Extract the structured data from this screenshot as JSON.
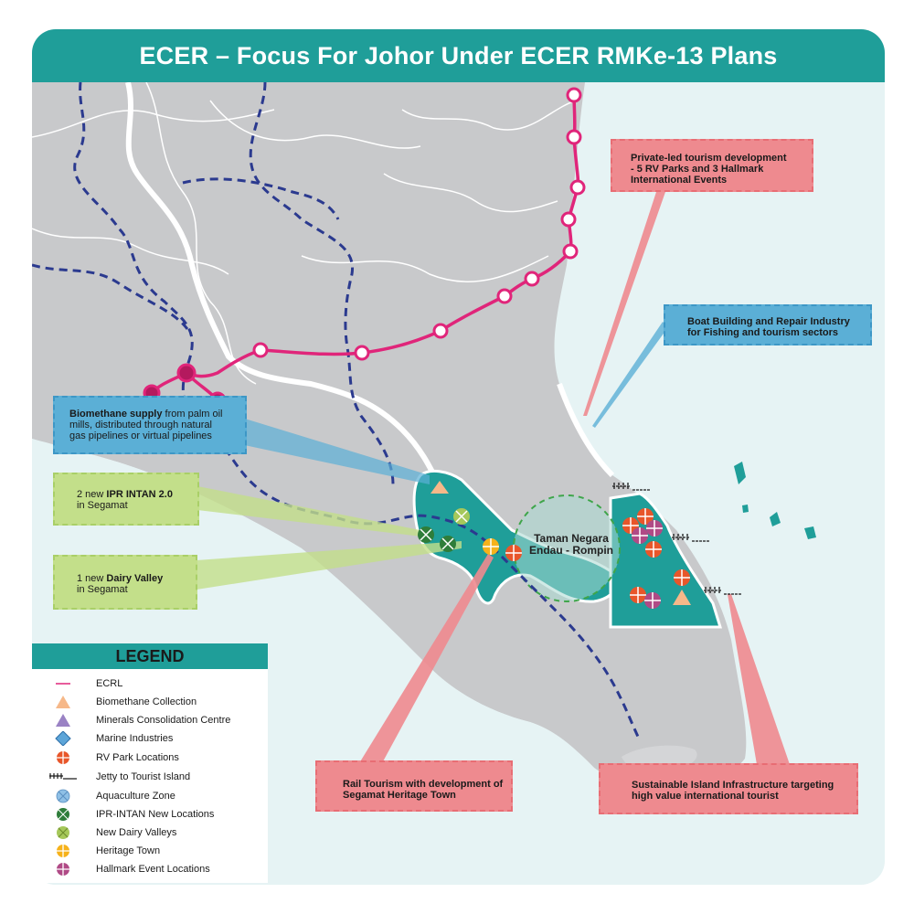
{
  "title": "ECER – Focus For Johor Under ECER RMKe-13 Plans",
  "callouts": {
    "private_tourism": {
      "line1": "Private-led tourism development",
      "line2": "-     5 RV Parks and 3 Hallmark",
      "line3": "International Events"
    },
    "boat_building": {
      "line1": "Boat Building and Repair Industry",
      "line2": "for Fishing and tourism sectors"
    },
    "biomethane": {
      "bold": "Biomethane supply",
      "line1": " from palm oil",
      "line2": "mills, distributed through natural",
      "line3": "gas pipelines or virtual pipelines"
    },
    "ipr_intan": {
      "prefix": "2 new ",
      "bold": "IPR INTAN 2.0",
      "line2": "in Segamat"
    },
    "dairy_valley": {
      "prefix": "1 new ",
      "bold": "Dairy Valley",
      "line2": "in Segamat"
    },
    "rail_tourism": {
      "line1": "Rail Tourism with development of",
      "line2": "Segamat Heritage Town"
    },
    "island_infra": {
      "line1": "Sustainable Island Infrastructure targeting",
      "line2": "high value international tourist"
    }
  },
  "map_labels": {
    "park_line1": "Taman Negara",
    "park_line2": "Endau - Rompin"
  },
  "legend": {
    "heading": "LEGEND",
    "items": [
      {
        "label": "ECRL",
        "icon": "ecrl-line-icon"
      },
      {
        "label": "Biomethane Collection",
        "icon": "biomethane-triangle-icon"
      },
      {
        "label": "Minerals Consolidation Centre",
        "icon": "minerals-triangle-icon"
      },
      {
        "label": "Marine Industries",
        "icon": "marine-diamond-icon"
      },
      {
        "label": "RV Park Locations",
        "icon": "rv-park-icon"
      },
      {
        "label": "Jetty to Tourist Island",
        "icon": "jetty-icon"
      },
      {
        "label": "Aquaculture Zone",
        "icon": "aquaculture-icon"
      },
      {
        "label": "IPR-INTAN New Locations",
        "icon": "ipr-intan-icon"
      },
      {
        "label": "New Dairy Valleys",
        "icon": "dairy-valley-icon"
      },
      {
        "label": "Heritage Town",
        "icon": "heritage-town-icon"
      },
      {
        "label": "Hallmark Event Locations",
        "icon": "hallmark-event-icon"
      }
    ]
  },
  "colors": {
    "title_bar": "#1f9e99",
    "sea": "#e6f3f4",
    "land": "#c8c9cb",
    "focus_region": "#1f9e99",
    "ecrl": "#e0257a",
    "rv_park": "#e8562a",
    "hallmark": "#b04a86",
    "ipr_intan": "#2e7d3a",
    "dairy_valley": "#a6c85a",
    "heritage": "#f6b21a",
    "aquaculture": "#8fc0e6",
    "biomethane": "#f6b889",
    "minerals": "#9a82c4",
    "marine": "#5da5d8",
    "pipeline": "#2b3a8f"
  }
}
